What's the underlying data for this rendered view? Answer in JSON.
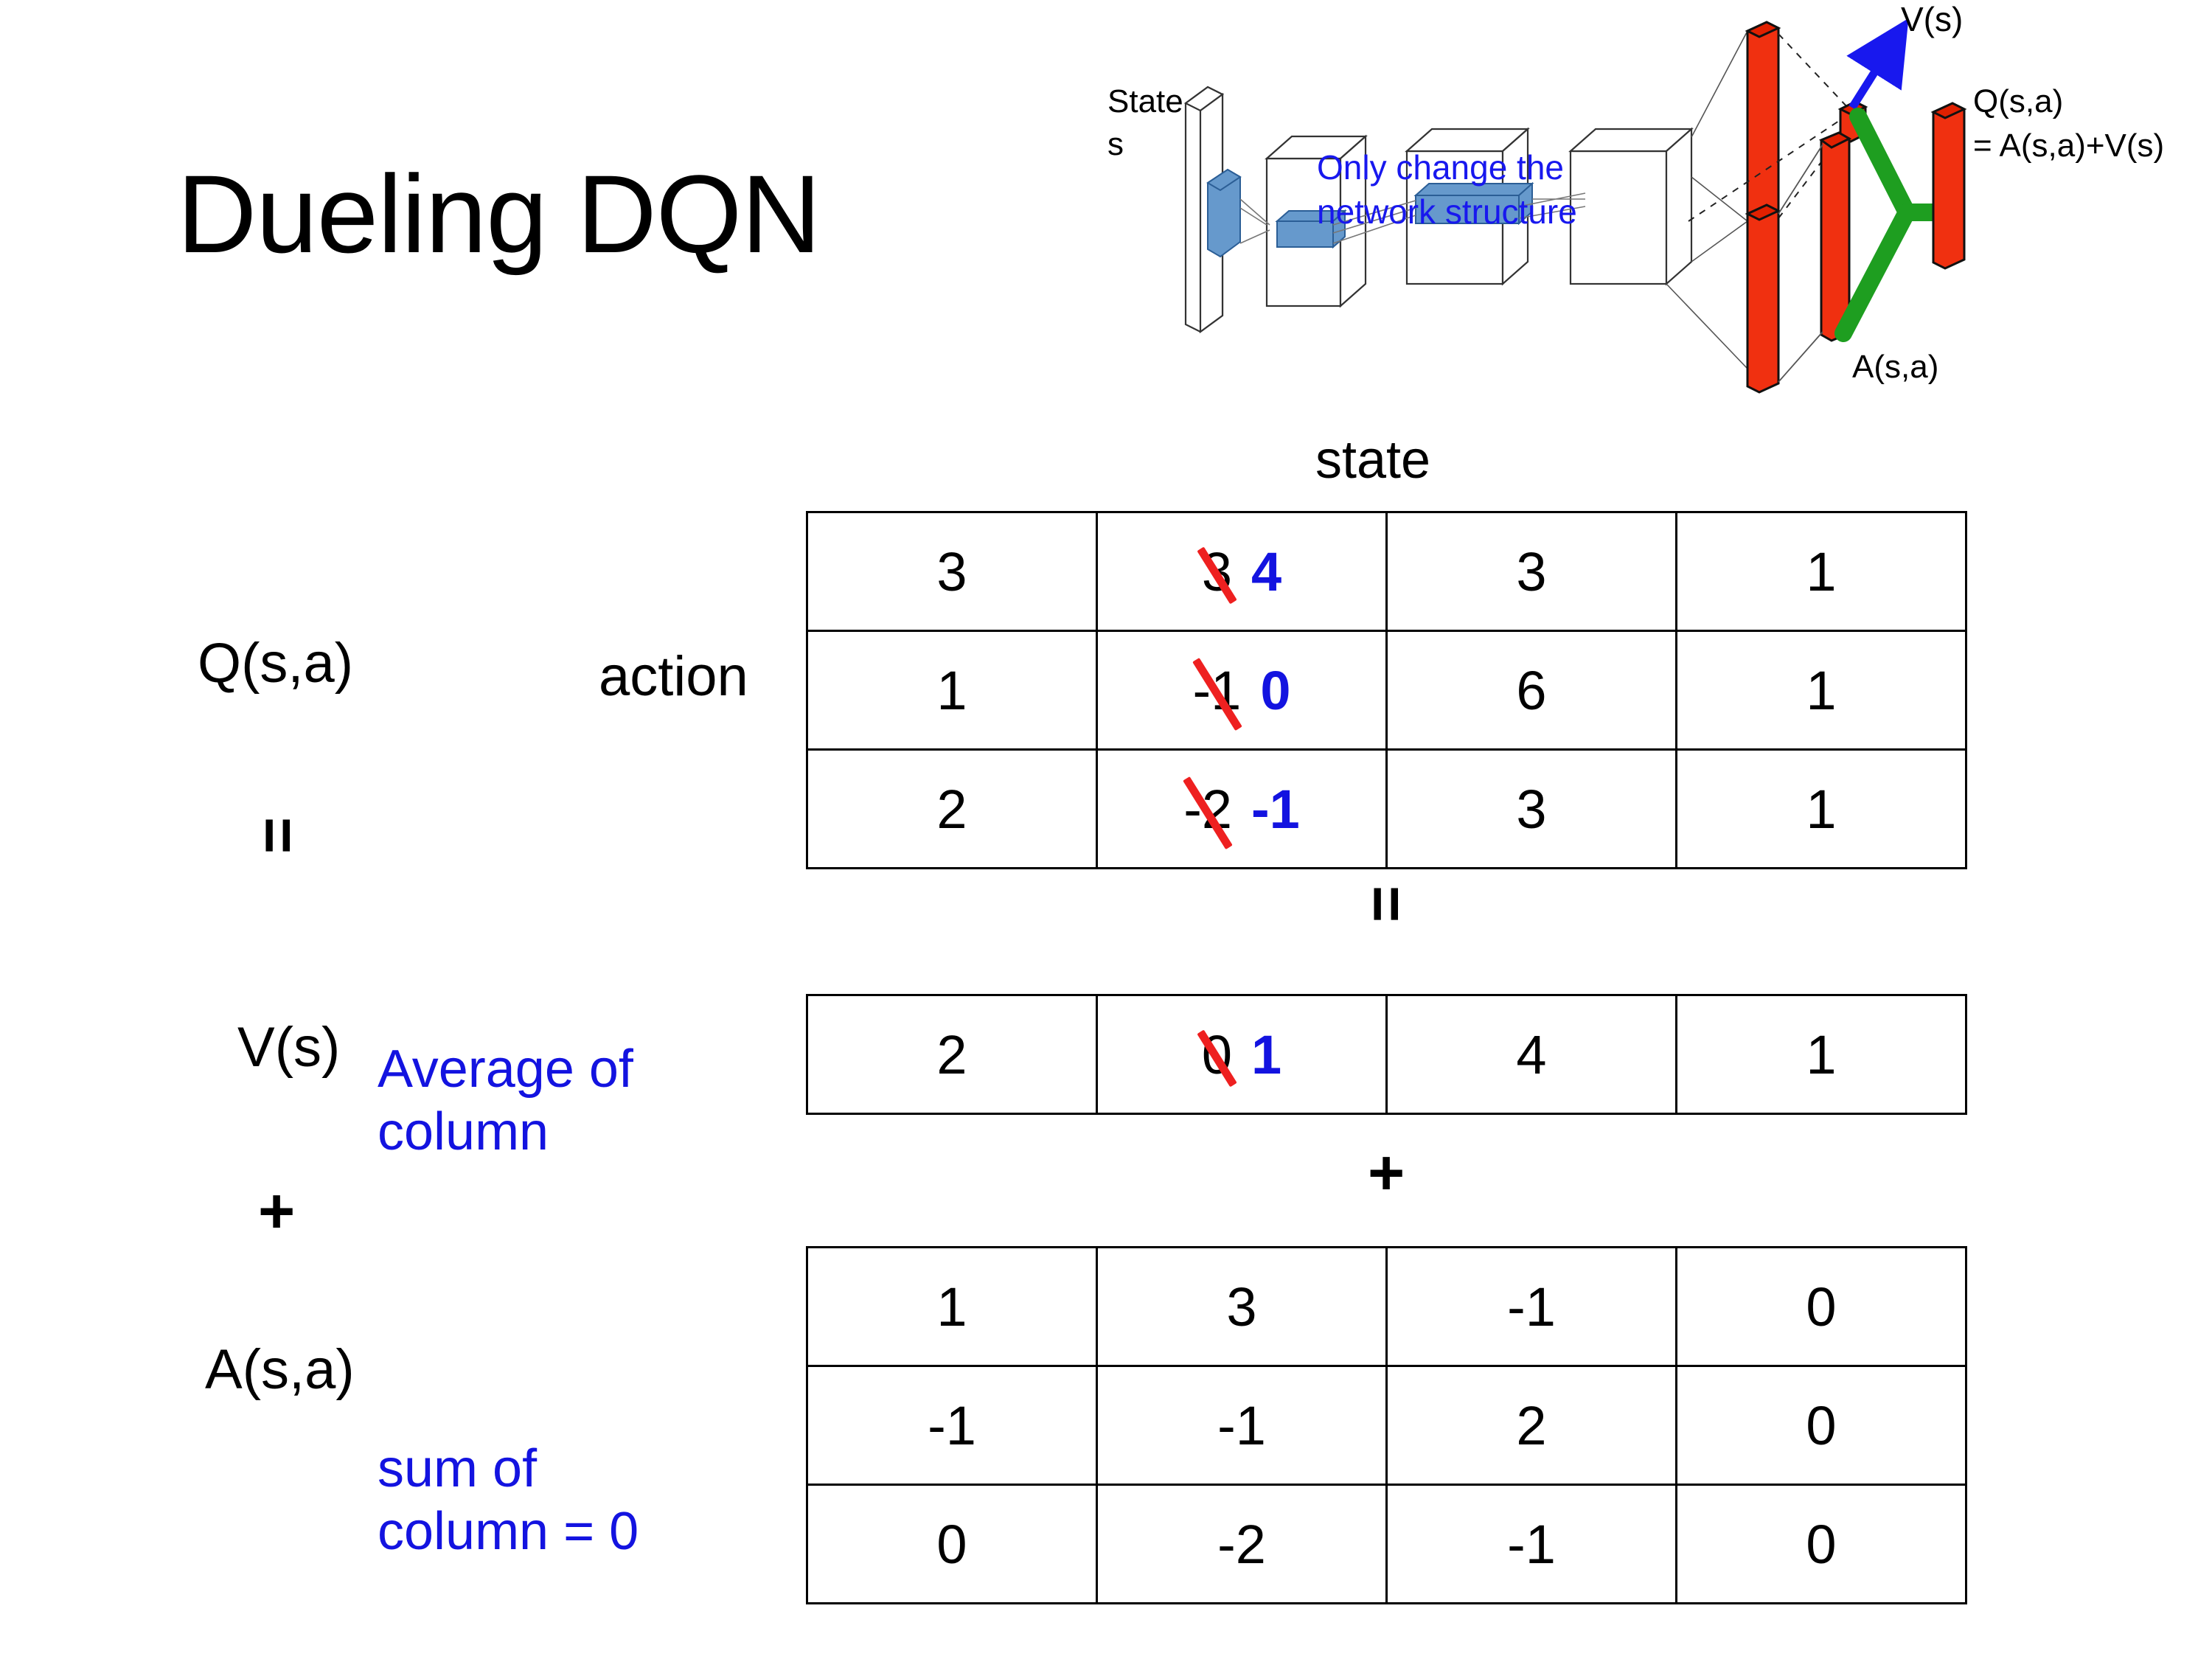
{
  "slide": {
    "title": "Dueling DQN",
    "background": "#ffffff"
  },
  "colors": {
    "accent_blue": "#1313e0",
    "strike_red": "#ee2020",
    "diagram_green": "#1e9e20",
    "diagram_red_bar": "#f03010",
    "diagram_blue_block": "#6699cc"
  },
  "diagram": {
    "state_label_line1": "State",
    "state_label_line2": "s",
    "note": "Only change the network structure",
    "note_line1": "Only change the",
    "note_line2": "network structure",
    "value_label": "V(s)",
    "advantage_label": "A(s,a)",
    "q_label_line1": "Q(s,a)",
    "q_label_line2": "= A(s,a)+V(s)"
  },
  "labels": {
    "q": "Q(s,a)",
    "v": "V(s)",
    "a": "A(s,a)",
    "action": "action",
    "state": "state",
    "equals": "=",
    "plus": "+",
    "average_of_column_line1": "Average of",
    "average_of_column_line2": "column",
    "sum_of_column_line1": "sum of",
    "sum_of_column_line2": "column = 0"
  },
  "tables": {
    "q": {
      "name": "Q(s,a)",
      "row_axis": "action",
      "col_axis": "state",
      "rows": [
        [
          {
            "value": "3"
          },
          {
            "value": "3",
            "struck": true,
            "new_value": "4"
          },
          {
            "value": "3"
          },
          {
            "value": "1"
          }
        ],
        [
          {
            "value": "1"
          },
          {
            "value": "-1",
            "struck": true,
            "new_value": "0"
          },
          {
            "value": "6"
          },
          {
            "value": "1"
          }
        ],
        [
          {
            "value": "2"
          },
          {
            "value": "-2",
            "struck": true,
            "new_value": "-1"
          },
          {
            "value": "3"
          },
          {
            "value": "1"
          }
        ]
      ]
    },
    "v": {
      "name": "V(s)",
      "rows": [
        [
          {
            "value": "2"
          },
          {
            "value": "0",
            "struck": true,
            "new_value": "1"
          },
          {
            "value": "4"
          },
          {
            "value": "1"
          }
        ]
      ]
    },
    "a": {
      "name": "A(s,a)",
      "rows": [
        [
          {
            "value": "1"
          },
          {
            "value": "3"
          },
          {
            "value": "-1"
          },
          {
            "value": "0"
          }
        ],
        [
          {
            "value": "-1"
          },
          {
            "value": "-1"
          },
          {
            "value": "2"
          },
          {
            "value": "0"
          }
        ],
        [
          {
            "value": "0"
          },
          {
            "value": "-2"
          },
          {
            "value": "-1"
          },
          {
            "value": "0"
          }
        ]
      ]
    }
  }
}
